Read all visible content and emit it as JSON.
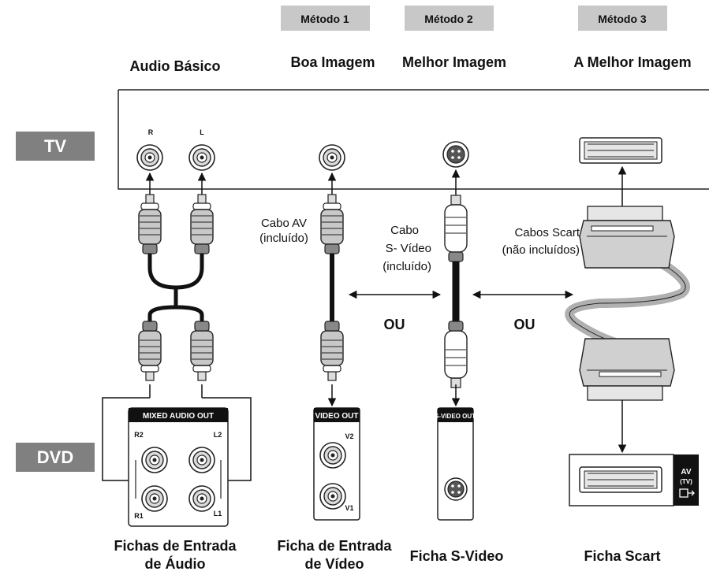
{
  "methods": {
    "m1": "Método 1",
    "m2": "Método 2",
    "m3": "Método 3"
  },
  "quality": {
    "basic": "Audio Básico",
    "good": "Boa Imagem",
    "better": "Melhor Imagem",
    "best": "A Melhor Imagem"
  },
  "devices": {
    "tv": "TV",
    "dvd": "DVD"
  },
  "tv_jacks": {
    "r": "R",
    "l": "L"
  },
  "cables": {
    "av_line1": "Cabo AV",
    "av_line2": "(incluído)",
    "svideo_line1": "Cabo",
    "svideo_line2": "S- Vídeo",
    "svideo_line3": "(incluído)",
    "scart_line1": "Cabos Scart",
    "scart_line2": "(não incluídos)"
  },
  "or_label": "OU",
  "dvd_panels": {
    "mixed_audio_out": "MIXED AUDIO OUT",
    "r2": "R2",
    "l2": "L2",
    "r1": "R1",
    "l1": "L1",
    "video_out": "VIDEO OUT",
    "v2": "V2",
    "v1": "V1",
    "svideo_out": "S-VIDEO OUT",
    "av": "AV",
    "tv_small": "(TV)"
  },
  "captions": {
    "audio_line1": "Fichas de Entrada",
    "audio_line2": "de Áudio",
    "video_line1": "Ficha de Entrada",
    "video_line2": "de Vídeo",
    "svideo": "Ficha S-Video",
    "scart": "Ficha Scart"
  }
}
